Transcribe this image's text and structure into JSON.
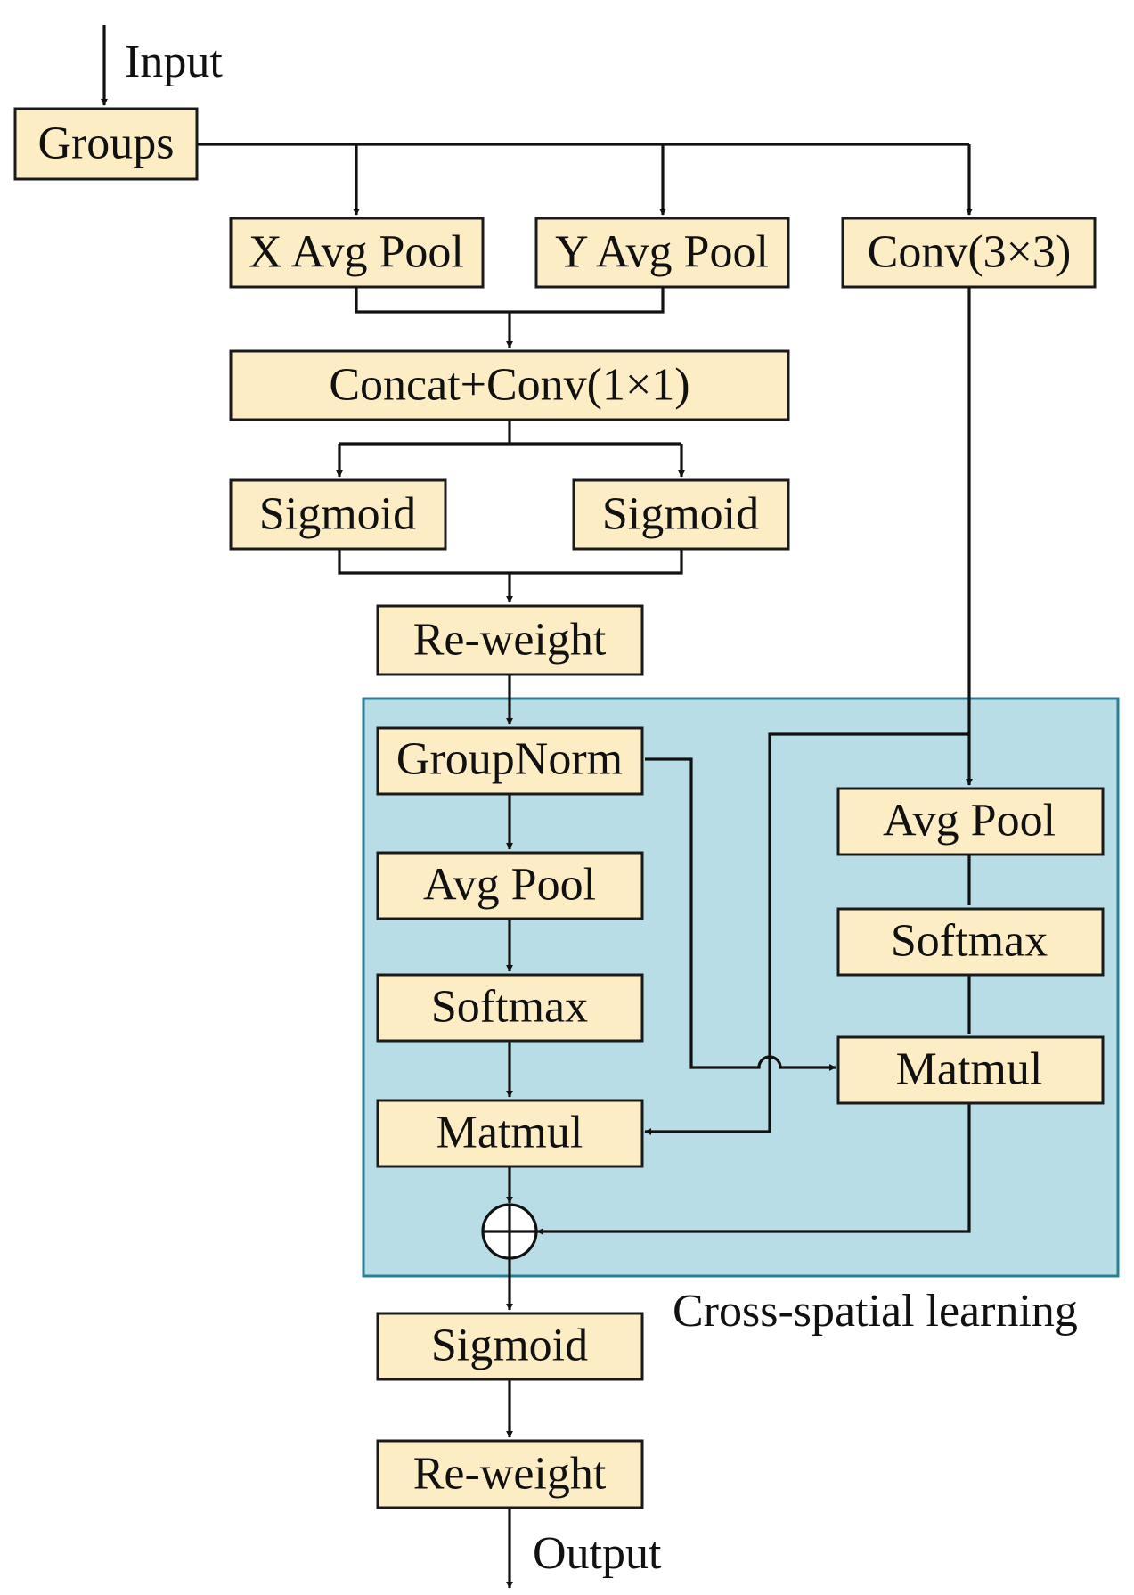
{
  "colors": {
    "box_fill": "#fdedc5",
    "region_fill": "#b9dde7",
    "region_border": "#2b7f95",
    "line": "#111111"
  },
  "labels": {
    "input": "Input",
    "output": "Output",
    "region": "Cross-spatial learning"
  },
  "nodes": {
    "groups": "Groups",
    "x_avg_pool": "X Avg Pool",
    "y_avg_pool": "Y Avg Pool",
    "conv3": "Conv(3×3)",
    "concat_conv1": "Concat+Conv(1×1)",
    "sigmoid_left": "Sigmoid",
    "sigmoid_right": "Sigmoid",
    "reweight_1": "Re-weight",
    "groupnorm": "GroupNorm",
    "avg_pool_left": "Avg Pool",
    "softmax_left": "Softmax",
    "matmul_left": "Matmul",
    "avg_pool_right": "Avg Pool",
    "softmax_right": "Softmax",
    "matmul_right": "Matmul",
    "sigmoid_out": "Sigmoid",
    "reweight_2": "Re-weight"
  },
  "operators": {
    "add_icon": "circle-plus-icon"
  },
  "edges": [
    [
      "input",
      "groups"
    ],
    [
      "groups",
      "x_avg_pool"
    ],
    [
      "groups",
      "y_avg_pool"
    ],
    [
      "groups",
      "conv3"
    ],
    [
      "x_avg_pool",
      "concat_conv1"
    ],
    [
      "y_avg_pool",
      "concat_conv1"
    ],
    [
      "concat_conv1",
      "sigmoid_left"
    ],
    [
      "concat_conv1",
      "sigmoid_right"
    ],
    [
      "sigmoid_left",
      "reweight_1"
    ],
    [
      "sigmoid_right",
      "reweight_1"
    ],
    [
      "reweight_1",
      "groupnorm"
    ],
    [
      "groupnorm",
      "avg_pool_left"
    ],
    [
      "avg_pool_left",
      "softmax_left"
    ],
    [
      "softmax_left",
      "matmul_left"
    ],
    [
      "groupnorm",
      "matmul_right"
    ],
    [
      "conv3",
      "avg_pool_right"
    ],
    [
      "conv3",
      "matmul_left"
    ],
    [
      "avg_pool_right",
      "softmax_right"
    ],
    [
      "softmax_right",
      "matmul_right"
    ],
    [
      "matmul_left",
      "add"
    ],
    [
      "matmul_right",
      "add"
    ],
    [
      "add",
      "sigmoid_out"
    ],
    [
      "sigmoid_out",
      "reweight_2"
    ],
    [
      "reweight_2",
      "output"
    ]
  ]
}
